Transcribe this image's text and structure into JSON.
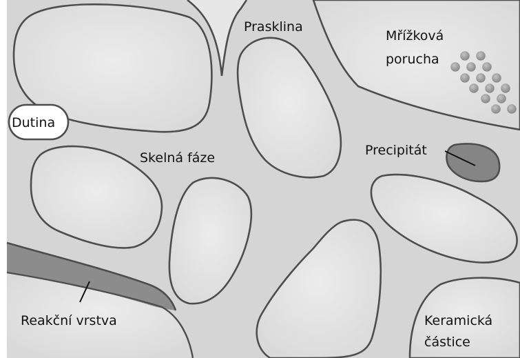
{
  "labels": {
    "crack": "Prasklina",
    "lattice_defect_line1": "Mřížková",
    "lattice_defect_line2": "porucha",
    "void": "Dutina",
    "glass_phase": "Skelná fáze",
    "precipitate": "Precipitát",
    "reaction_layer": "Reakční vrstva",
    "ceramic_particle_line1": "Keramická",
    "ceramic_particle_line2": "částice"
  },
  "colors": {
    "matrix": "#d5d5d5",
    "grain": "#e3e3e3",
    "outline": "#4d4d4d",
    "reaction_layer": "#8c8c8c",
    "precipitate": "#858585",
    "atom": "#9a9a9a"
  }
}
